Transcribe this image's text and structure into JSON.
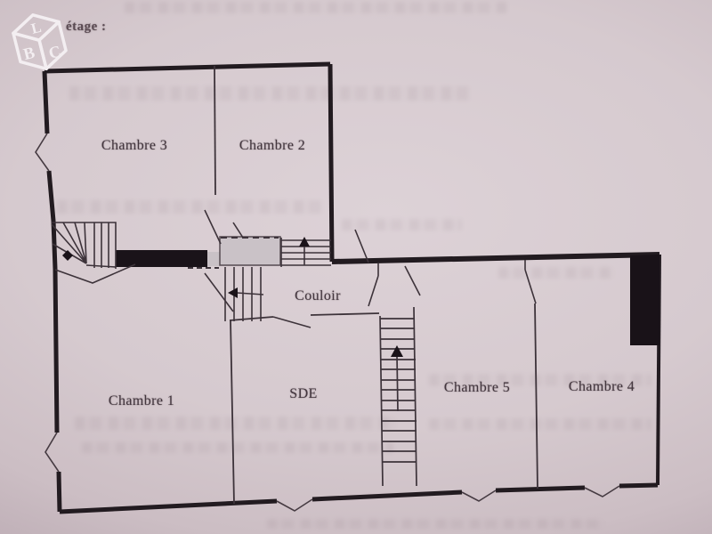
{
  "page": {
    "floor_note": "étage :"
  },
  "logo": {
    "name": "lbc-dice-logo",
    "letters": {
      "top": "L",
      "left": "B",
      "right": "C"
    }
  },
  "plan": {
    "rooms": {
      "chambre1": "Chambre 1",
      "chambre2": "Chambre 2",
      "chambre3": "Chambre 3",
      "chambre4": "Chambre 4",
      "chambre5": "Chambre 5",
      "sde": "SDE",
      "couloir": "Couloir"
    },
    "features": [
      "winder-staircase-upper-left",
      "steps-up-arrow-landing",
      "steps-down-left-arrow",
      "main-staircase-up-arrow",
      "shaded-landing-box",
      "chimney-mass-right",
      "window-breaks-left-and-bottom-walls"
    ],
    "colors": {
      "paper": "#d6cacf",
      "ink": "#3d333a",
      "thick_wall": "#221b20",
      "shaded_fill": "#cac2c7"
    }
  }
}
